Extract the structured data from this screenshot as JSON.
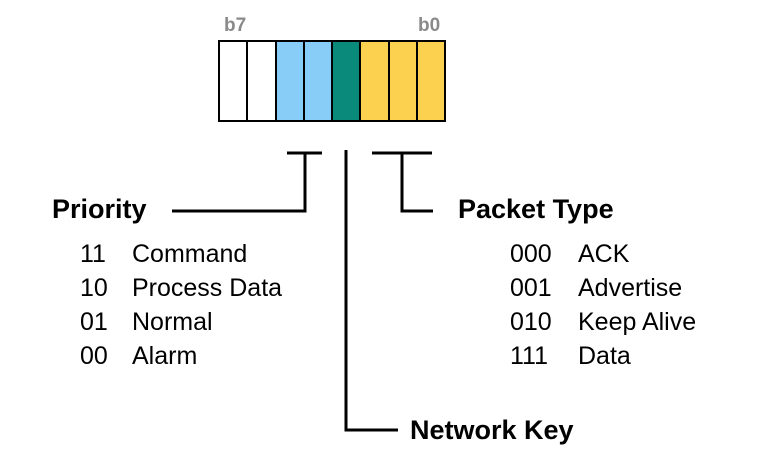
{
  "register": {
    "msb_label": "b7",
    "lsb_label": "b0",
    "bits": [
      {
        "field": "unused",
        "color": "#ffffff"
      },
      {
        "field": "unused",
        "color": "#ffffff"
      },
      {
        "field": "priority",
        "color": "#87cdf8"
      },
      {
        "field": "priority",
        "color": "#87cdf8"
      },
      {
        "field": "network-key",
        "color": "#0a8a7a"
      },
      {
        "field": "packet-type",
        "color": "#fdd150"
      },
      {
        "field": "packet-type",
        "color": "#fdd150"
      },
      {
        "field": "packet-type",
        "color": "#fdd150"
      }
    ]
  },
  "priority": {
    "title": "Priority",
    "items": [
      {
        "code": "11",
        "label": "Command"
      },
      {
        "code": "10",
        "label": "Process Data"
      },
      {
        "code": "01",
        "label": "Normal"
      },
      {
        "code": "00",
        "label": "Alarm"
      }
    ]
  },
  "packet_type": {
    "title": "Packet Type",
    "items": [
      {
        "code": "000",
        "label": "ACK"
      },
      {
        "code": "001",
        "label": "Advertise"
      },
      {
        "code": "010",
        "label": "Keep Alive"
      },
      {
        "code": "111",
        "label": "Data"
      }
    ]
  },
  "network_key": {
    "title": "Network Key"
  }
}
